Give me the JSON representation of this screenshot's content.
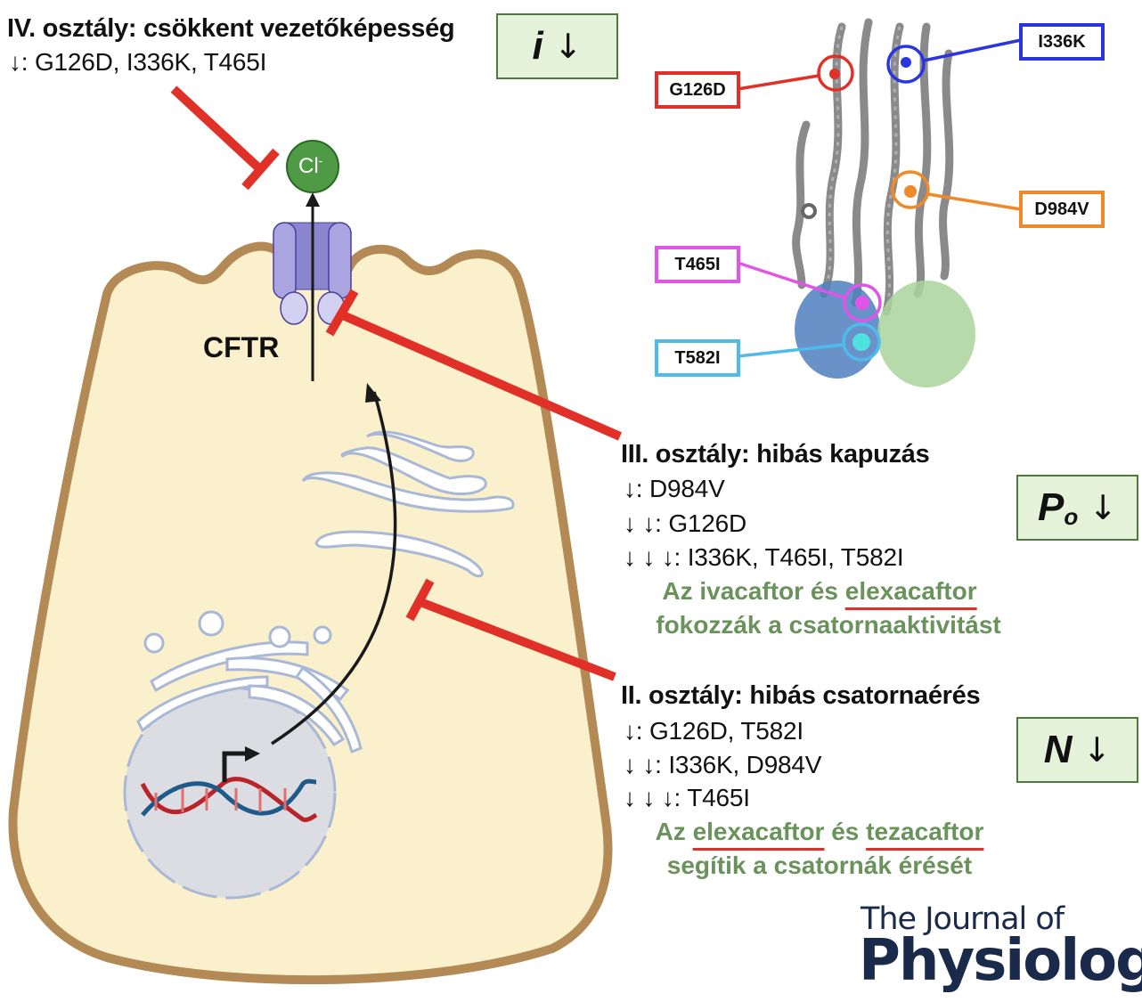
{
  "class_iv": {
    "heading": "IV. osztály: csökkent vezetőképesség",
    "lines": [
      "↓: G126D, I336K, T465I"
    ],
    "indicator": {
      "symbol": "i",
      "arrow": "↓"
    }
  },
  "class_iii": {
    "heading": "III. osztály: hibás kapuzás",
    "lines": [
      "↓: D984V",
      "↓ ↓: G126D",
      "↓ ↓ ↓: I336K, T465I, T582I"
    ],
    "note_line1_pre": "Az ivacaftor és ",
    "note_line1_ul": "elexacaftor",
    "note_line2": "fokozzák a csatornaaktivitást",
    "indicator": {
      "symbol": "P",
      "subscript": "o",
      "arrow": "↓"
    }
  },
  "class_ii": {
    "heading": "II. osztály: hibás csatornaérés",
    "lines": [
      "↓: G126D, T582I",
      "↓ ↓: I336K, D984V",
      "↓ ↓ ↓: T465I"
    ],
    "note_line1_pre": "Az ",
    "note_line1_ul1": "elexacaftor",
    "note_line1_mid": " és ",
    "note_line1_ul2": "tezacaftor",
    "note_line2": "segítik a csatornák érését",
    "indicator": {
      "symbol": "N",
      "arrow": "↓"
    }
  },
  "cell": {
    "channel_label": "CFTR",
    "ion_label": "Cl",
    "ion_charge": "-"
  },
  "structure": {
    "mutations": [
      {
        "label": "G126D",
        "color": "#e03027"
      },
      {
        "label": "I336K",
        "color": "#2a35e0"
      },
      {
        "label": "D984V",
        "color": "#ef8a2a"
      },
      {
        "label": "T465I",
        "color": "#e055e8"
      },
      {
        "label": "T582I",
        "color": "#4fbbea"
      }
    ]
  },
  "journal": {
    "line1": "The Journal of",
    "line2": "Physiology"
  },
  "colors": {
    "inhibit": "#e03027",
    "membrane": "#b38a55",
    "cytoplasm": "#faf0cb",
    "indicator_bg": "#e3f2d8",
    "indicator_border": "#4d7a3d",
    "note_green": "#6a935c",
    "journal_navy": "#1a2a4a"
  }
}
